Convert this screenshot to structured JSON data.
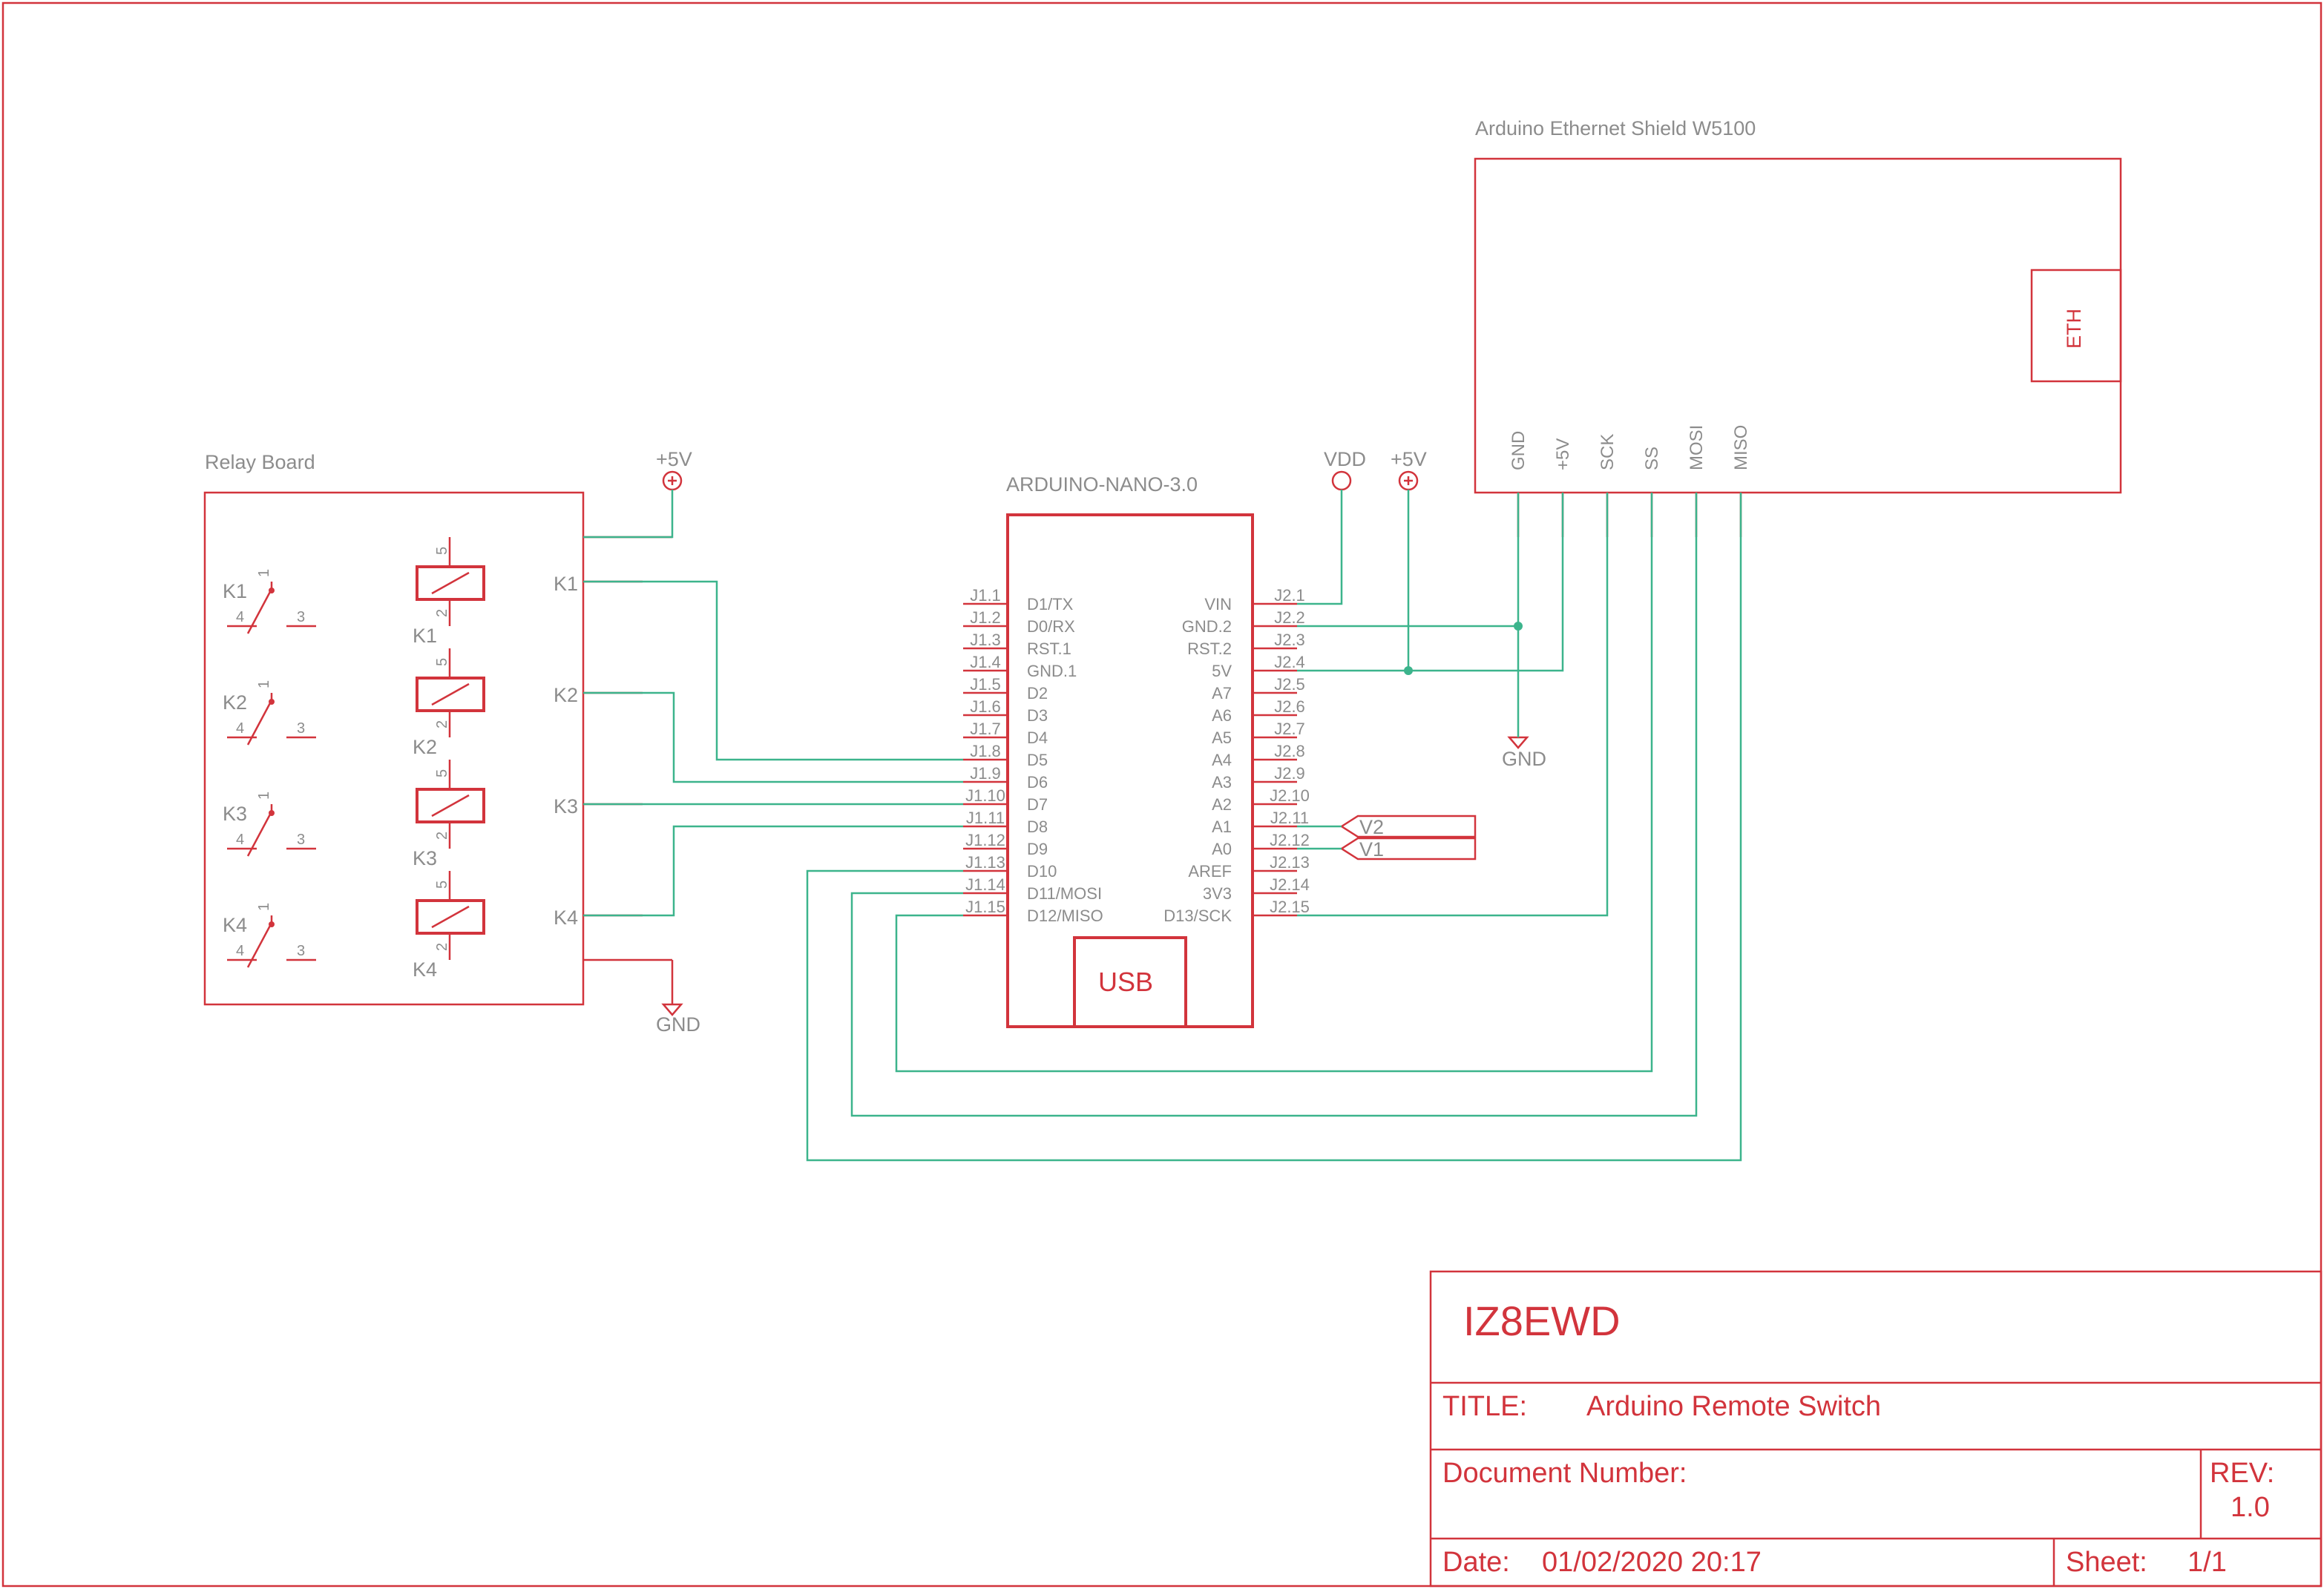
{
  "colors": {
    "symbol": "#d2343c",
    "wire": "#3cb48c",
    "label": "#8c8c8c"
  },
  "relay_board": {
    "title": "Relay Board",
    "output_labels": [
      "K1",
      "K2",
      "K3",
      "K4"
    ],
    "contacts": [
      {
        "name": "K1",
        "pin1": "1",
        "pin3": "3",
        "pin4": "4"
      },
      {
        "name": "K2",
        "pin1": "1",
        "pin3": "3",
        "pin4": "4"
      },
      {
        "name": "K3",
        "pin1": "1",
        "pin3": "3",
        "pin4": "4"
      },
      {
        "name": "K4",
        "pin1": "1",
        "pin3": "3",
        "pin4": "4"
      }
    ],
    "coils": [
      {
        "name": "K1",
        "pin5": "5",
        "pin2": "2"
      },
      {
        "name": "K2",
        "pin5": "5",
        "pin2": "2"
      },
      {
        "name": "K3",
        "pin5": "5",
        "pin2": "2"
      },
      {
        "name": "K4",
        "pin5": "5",
        "pin2": "2"
      }
    ]
  },
  "power": {
    "plus5v": "+5V",
    "gnd": "GND",
    "vdd": "VDD"
  },
  "arduino_nano": {
    "title": "ARDUINO-NANO-3.0",
    "usb_label": "USB",
    "left_pins": [
      {
        "num": "J1.1",
        "name": "D1/TX"
      },
      {
        "num": "J1.2",
        "name": "D0/RX"
      },
      {
        "num": "J1.3",
        "name": "RST.1"
      },
      {
        "num": "J1.4",
        "name": "GND.1"
      },
      {
        "num": "J1.5",
        "name": "D2"
      },
      {
        "num": "J1.6",
        "name": "D3"
      },
      {
        "num": "J1.7",
        "name": "D4"
      },
      {
        "num": "J1.8",
        "name": "D5"
      },
      {
        "num": "J1.9",
        "name": "D6"
      },
      {
        "num": "J1.10",
        "name": "D7"
      },
      {
        "num": "J1.11",
        "name": "D8"
      },
      {
        "num": "J1.12",
        "name": "D9"
      },
      {
        "num": "J1.13",
        "name": "D10"
      },
      {
        "num": "J1.14",
        "name": "D11/MOSI"
      },
      {
        "num": "J1.15",
        "name": "D12/MISO"
      }
    ],
    "right_pins": [
      {
        "num": "J2.1",
        "name": "VIN"
      },
      {
        "num": "J2.2",
        "name": "GND.2"
      },
      {
        "num": "J2.3",
        "name": "RST.2"
      },
      {
        "num": "J2.4",
        "name": "5V"
      },
      {
        "num": "J2.5",
        "name": "A7"
      },
      {
        "num": "J2.6",
        "name": "A6"
      },
      {
        "num": "J2.7",
        "name": "A5"
      },
      {
        "num": "J2.8",
        "name": "A4"
      },
      {
        "num": "J2.9",
        "name": "A3"
      },
      {
        "num": "J2.10",
        "name": "A2"
      },
      {
        "num": "J2.11",
        "name": "A1"
      },
      {
        "num": "J2.12",
        "name": "A0"
      },
      {
        "num": "J2.13",
        "name": "AREF"
      },
      {
        "num": "J2.14",
        "name": "3V3"
      },
      {
        "num": "J2.15",
        "name": "D13/SCK"
      }
    ]
  },
  "net_labels": {
    "v2": "V2",
    "v1": "V1"
  },
  "ethernet_shield": {
    "title": "Arduino Ethernet Shield W5100",
    "eth_label": "ETH",
    "pins": [
      "GND",
      "+5V",
      "SCK",
      "SS",
      "MOSI",
      "MISO"
    ]
  },
  "title_block": {
    "company": "IZ8EWD",
    "title_label": "TITLE:",
    "title_value": "Arduino Remote Switch",
    "docnum_label": "Document Number:",
    "rev_label": "REV:",
    "rev_value": "1.0",
    "date_label": "Date:",
    "date_value": "01/02/2020 20:17",
    "sheet_label": "Sheet:",
    "sheet_value": "1/1"
  }
}
